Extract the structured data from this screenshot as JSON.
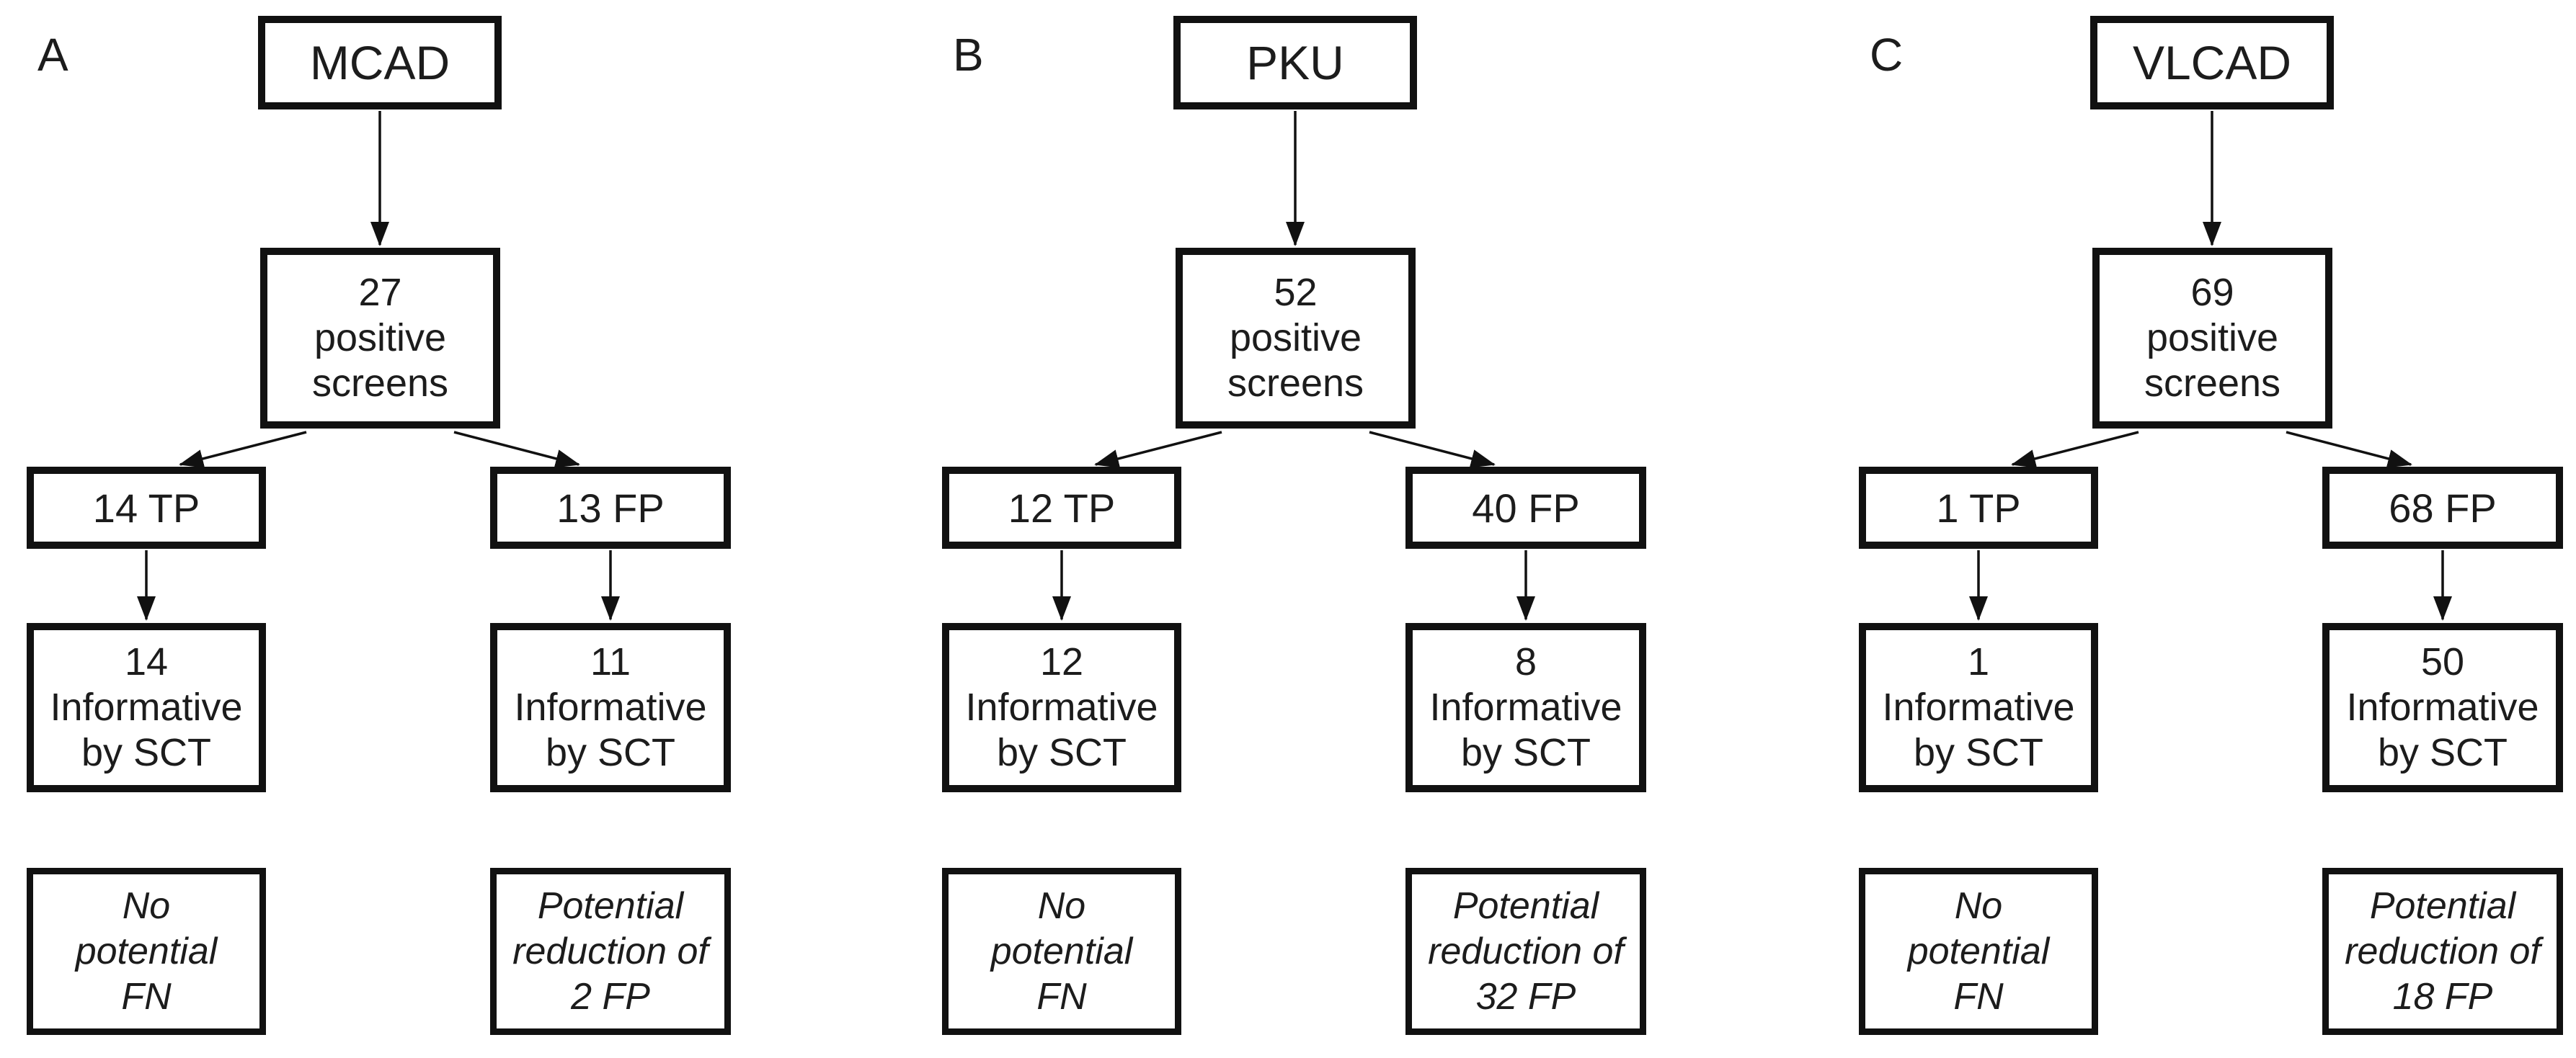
{
  "colors": {
    "border": "#111111",
    "text": "#1c1c1c",
    "background": "#ffffff"
  },
  "panels": [
    {
      "label": "A",
      "condition": "MCAD",
      "screens": [
        "27",
        "positive",
        "screens"
      ],
      "tp": "14 TP",
      "fp": "13 FP",
      "tp_info": [
        "14",
        "Informative",
        "by SCT"
      ],
      "fp_info": [
        "11",
        "Informative",
        "by SCT"
      ],
      "tp_outcome": [
        "No",
        "potential",
        "FN"
      ],
      "fp_outcome": [
        "Potential",
        "reduction of",
        "2 FP"
      ]
    },
    {
      "label": "B",
      "condition": "PKU",
      "screens": [
        "52",
        "positive",
        "screens"
      ],
      "tp": "12 TP",
      "fp": "40 FP",
      "tp_info": [
        "12",
        "Informative",
        "by SCT"
      ],
      "fp_info": [
        "8",
        "Informative",
        "by SCT"
      ],
      "tp_outcome": [
        "No",
        "potential",
        "FN"
      ],
      "fp_outcome": [
        "Potential",
        "reduction of",
        "32 FP"
      ]
    },
    {
      "label": "C",
      "condition": "VLCAD",
      "screens": [
        "69",
        "positive",
        "screens"
      ],
      "tp": "1 TP",
      "fp": "68 FP",
      "tp_info": [
        "1",
        "Informative",
        "by SCT"
      ],
      "fp_info": [
        "50",
        "Informative",
        "by SCT"
      ],
      "tp_outcome": [
        "No",
        "potential",
        "FN"
      ],
      "fp_outcome": [
        "Potential",
        "reduction of",
        "18 FP"
      ]
    }
  ]
}
